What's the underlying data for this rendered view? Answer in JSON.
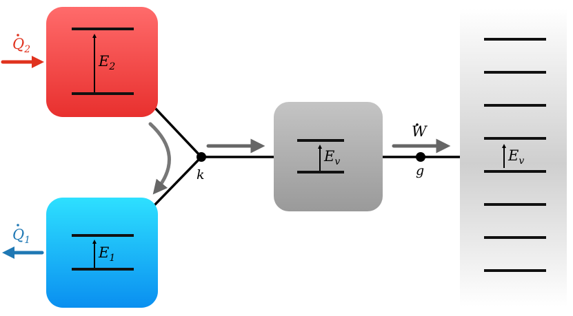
{
  "heat_in": {
    "symbol": "Q",
    "subscript": "2",
    "color": "#e0321e"
  },
  "heat_out": {
    "symbol": "Q",
    "subscript": "1",
    "color": "#1f78b4"
  },
  "hot_reservoir": {
    "gap_symbol": "E",
    "gap_subscript": "2",
    "fill_top": "#ff6b6b",
    "fill_bottom": "#e8302e"
  },
  "cold_reservoir": {
    "gap_symbol": "E",
    "gap_subscript": "1",
    "fill_top": "#2ee0ff",
    "fill_bottom": "#0a8ff0"
  },
  "engine": {
    "gap_symbol": "E",
    "gap_subscript": "v",
    "fill_top": "#c4c4c4",
    "fill_bottom": "#9a9a9a"
  },
  "work_system": {
    "gap_symbol": "E",
    "gap_subscript": "v",
    "level_count": 8
  },
  "coupling_k": {
    "label": "k"
  },
  "coupling_g": {
    "label": "g"
  },
  "work_arrow": {
    "symbol": "W"
  }
}
